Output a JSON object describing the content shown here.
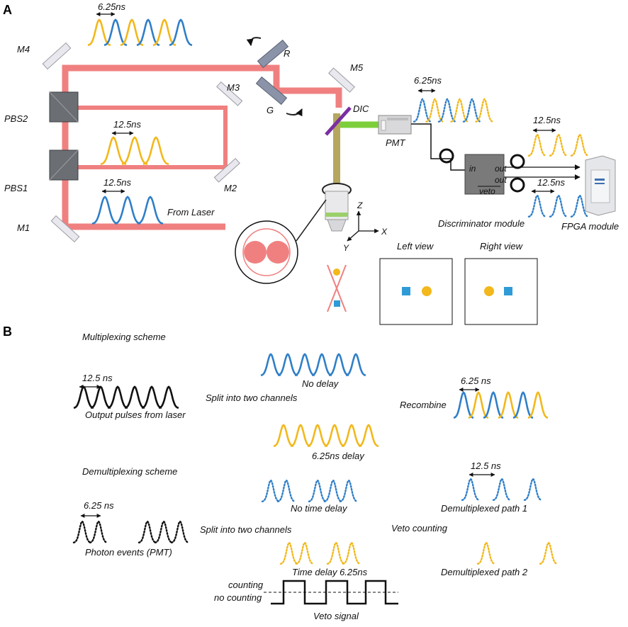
{
  "panels": {
    "a": "A",
    "b": "B"
  },
  "colors": {
    "beam": "#f08080",
    "blue": "#2f7fc8",
    "gold": "#f2b81c",
    "green": "#7ccf3a",
    "olive": "#b5a75e",
    "mirror": "#e6e6ea",
    "pbs": "#6b6e73",
    "gray_block": "#7a7a7a",
    "dic": "#7a2fa0"
  },
  "panel_a": {
    "mirrors": {
      "m1": "M1",
      "m2": "M2",
      "m3": "M3",
      "m4": "M4",
      "m5": "M5",
      "r": "R",
      "g": "G"
    },
    "splitters": {
      "pbs1": "PBS1",
      "pbs2": "PBS2",
      "dic": "DIC"
    },
    "timing": {
      "top": "6.25ns",
      "mid": "12.5ns",
      "laser": "12.5ns",
      "pmt": "6.25ns",
      "out1": "12.5ns",
      "out2": "12.5ns"
    },
    "from_laser": "From Laser",
    "pmt": "PMT",
    "discriminator": {
      "label": "Discriminator module",
      "in": "in",
      "out1": "out",
      "out2": "out",
      "veto": "veto"
    },
    "fpga": "FPGA module",
    "axes": {
      "z": "Z",
      "x": "X",
      "y": "Y"
    },
    "views": {
      "left": "Left view",
      "right": "Right view"
    }
  },
  "panel_b": {
    "mux_title": "Multiplexing scheme",
    "demux_title": "Demultiplexing scheme",
    "laser_timing": "12.5 ns",
    "laser_caption": "Output pulses from laser",
    "split1": "Split into two channels",
    "no_delay": "No delay",
    "delay_625": "6.25ns delay",
    "recombine": "Recombine",
    "recombine_timing": "6.25 ns",
    "photon_timing": "6.25 ns",
    "photon_caption": "Photon events (PMT)",
    "split2": "Split into two channels",
    "no_time_delay": "No time delay",
    "time_delay": "Time delay 6.25ns",
    "veto_counting": "Veto counting",
    "path1_timing": "12.5 ns",
    "path1": "Demultiplexed path 1",
    "path2": "Demultiplexed path 2",
    "counting": "counting",
    "no_counting": "no counting",
    "veto_signal": "Veto signal"
  }
}
